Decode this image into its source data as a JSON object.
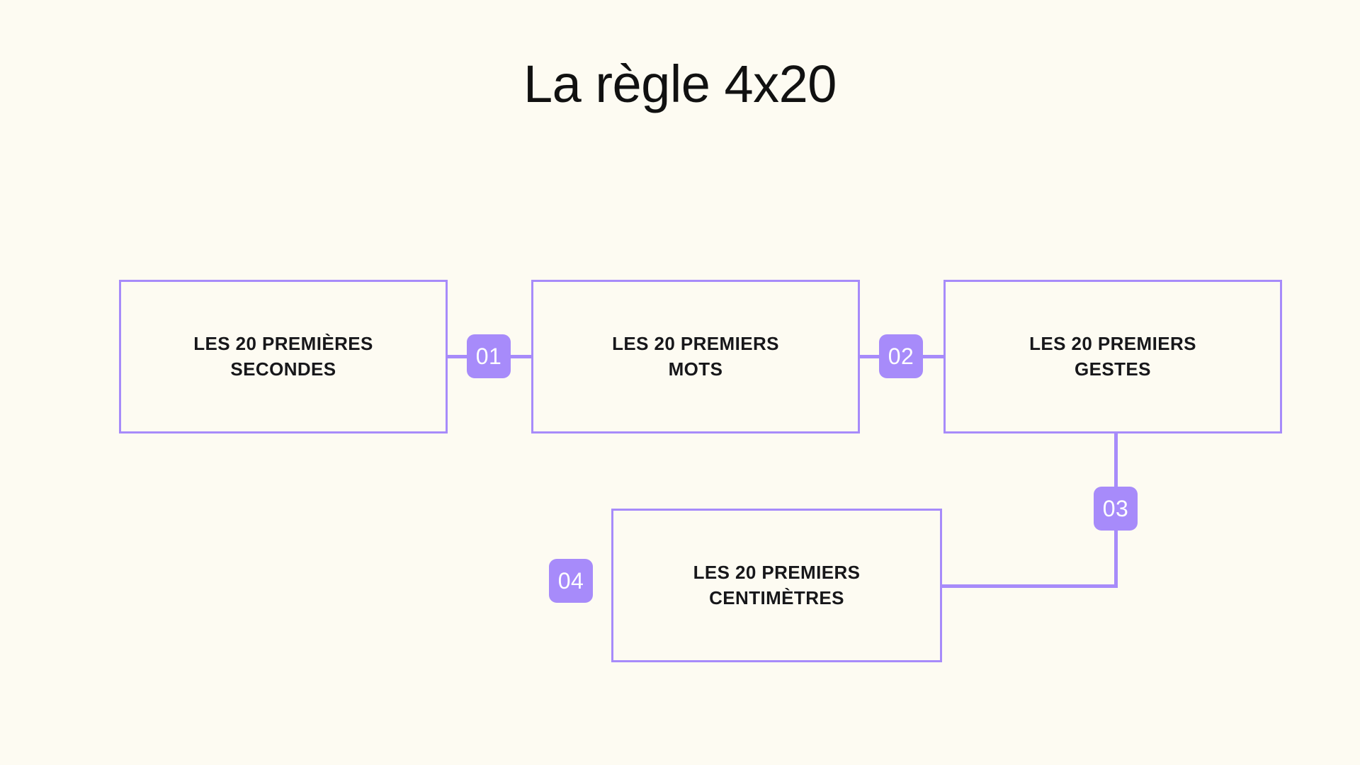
{
  "page": {
    "title": "La règle 4x20",
    "background_color": "#FDFBF2",
    "accent_color": "#A78BFA",
    "text_color": "#17171A"
  },
  "diagram": {
    "type": "process-flow",
    "orientation": "horizontal-then-wrap",
    "nodes": [
      {
        "id": "box-1",
        "label": "LES 20 PREMIÈRES\nSECONDES",
        "line1": "LES 20 PREMIÈRES",
        "line2": "SECONDES"
      },
      {
        "id": "box-2",
        "label": "LES 20 PREMIERS\nMOTS",
        "line1": "LES 20 PREMIERS",
        "line2": "MOTS"
      },
      {
        "id": "box-3",
        "label": "LES 20 PREMIERS\nGESTES",
        "line1": "LES 20 PREMIERS",
        "line2": "GESTES"
      },
      {
        "id": "box-4",
        "label": "LES 20 PREMIERS\nCENTIMÈTRES",
        "line1": "LES 20 PREMIERS",
        "line2": "CENTIMÈTRES"
      }
    ],
    "connectors": [
      {
        "id": "badge-01",
        "number": "01",
        "from": "box-1",
        "to": "box-2",
        "shape": "horizontal"
      },
      {
        "id": "badge-02",
        "number": "02",
        "from": "box-2",
        "to": "box-3",
        "shape": "horizontal"
      },
      {
        "id": "badge-03",
        "number": "03",
        "from": "box-3",
        "to": "box-4",
        "shape": "elbow-down-left"
      },
      {
        "id": "badge-04",
        "number": "04",
        "from": "box-4",
        "to": null,
        "shape": "terminal"
      }
    ]
  }
}
